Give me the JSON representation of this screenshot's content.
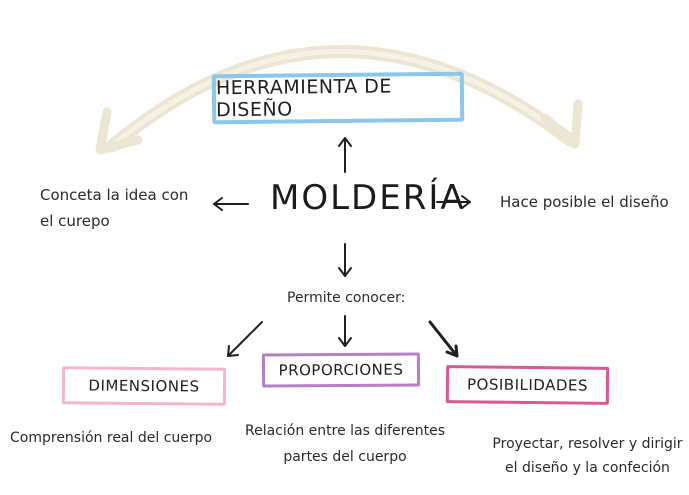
{
  "title_box": {
    "label": "HERRAMIENTA DE DISEÑO"
  },
  "main_concept": "MOLDERÍA",
  "left_description": "Conceta la idea con el curepo",
  "right_description": "Hace posible el diseño",
  "connector_text": "Permite conocer:",
  "branches": [
    {
      "label": "DIMENSIONES",
      "description": "Comprensión real del cuerpo",
      "border_color": "#f3b8c7"
    },
    {
      "label": "PROPORCIONES",
      "description": "Relación entre las diferentes partes del cuerpo",
      "border_color": "#b57fc4"
    },
    {
      "label": "POSIBILIDADES",
      "description": "Proyectar, resolver y dirigir el diseño y la confeción",
      "border_color": "#d95993"
    }
  ],
  "colors": {
    "title_border": "#8cc6ea",
    "arc": "#ebe5d3",
    "arrows": "#1f1f1f"
  }
}
